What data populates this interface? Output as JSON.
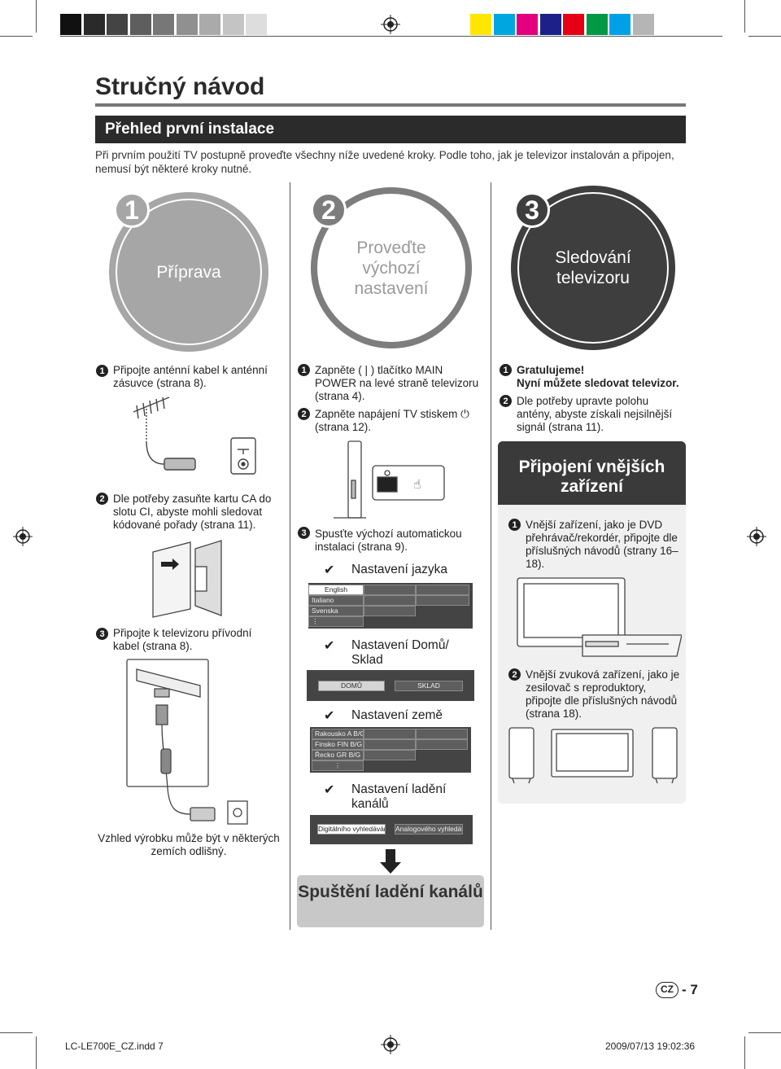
{
  "page": {
    "title": "Stručný návod",
    "section_title": "Přehled první instalace",
    "intro": "Při prvním použití TV postupně proveďte všechny níže uvedené kroky. Podle toho, jak je televizor instalován a připojen, nemusí být některé kroky nutné.",
    "page_number": "7",
    "country_badge": "CZ"
  },
  "stages": [
    {
      "number": "1",
      "label": "Příprava"
    },
    {
      "number": "2",
      "label": "Proveďte\nvýchozí\nnastavení"
    },
    {
      "number": "3",
      "label": "Sledování\ntelevizoru"
    }
  ],
  "column1": {
    "step1": "Připojte anténní kabel k anténní zásuvce (strana 8).",
    "step2": "Dle potřeby zasuňte kartu CA do slotu CI, abyste mohli sledovat kódované pořady (strana 11).",
    "step3": "Připojte k televizoru přívodní kabel (strana 8).",
    "note": "Vzhled výrobku může být v některých zemích odlišný."
  },
  "column2": {
    "step1": "Zapněte ( | ) tlačítko MAIN POWER na levé straně televizoru (strana 4).",
    "step2": "Zapněte napájení TV stiskem ⏻ (strana 12).",
    "step3": "Spusťte výchozí automatickou instalaci (strana 9).",
    "checks": [
      "Nastavení jazyka",
      "Nastavení Domů/ Sklad",
      "Nastavení země",
      "Nastavení ladění kanálů"
    ],
    "menu_language": [
      "English",
      "Italiano",
      "Svenska",
      "⋮"
    ],
    "menu_location": [
      "DOMŮ",
      "SKLAD"
    ],
    "menu_country": [
      {
        "name": "Rakousko",
        "code": "A  B/G"
      },
      {
        "name": "Finsko",
        "code": "FIN B/G"
      },
      {
        "name": "Řecko",
        "code": "GR B/G"
      },
      {
        "name": "⋮",
        "code": ""
      }
    ],
    "menu_tuning": [
      "Digitálního vyhledávání",
      "Analogového vyhledávání"
    ],
    "start_button": "Spuštění ladění kanálů"
  },
  "column3": {
    "step1_bold1": "Gratulujeme!",
    "step1_bold2": "Nyní můžete sledovat televizor.",
    "step2": "Dle potřeby upravte polohu antény, abyste získali nejsilnější signál (strana 11).",
    "panel_title": "Připojení vnějších zařízení",
    "panel_step1": "Vnější zařízení, jako je DVD přehrávač/rekordér, připojte dle příslušných návodů (strany 16–18).",
    "panel_step2": "Vnější zvuková zařízení, jako je zesilovač s reproduktory, připojte dle příslušných návodů (strana 18)."
  },
  "footer": {
    "file": "LC-LE700E_CZ.indd   7",
    "date": "2009/07/13   19:02:36"
  },
  "colors": {
    "accent_dark": "#2b2b2b",
    "stage1": "#a6a6a6",
    "stage2": "#7d7d7d",
    "stage3": "#3e3e3e",
    "swatches": [
      "#ffe600",
      "#00a6e0",
      "#e3007e",
      "#1d2088",
      "#e60012",
      "#009944",
      "#00a0e9",
      "#b5b5b5"
    ],
    "grays": [
      "#111111",
      "#2a2a2a",
      "#444444",
      "#5e5e5e",
      "#777777",
      "#909090",
      "#aaaaaa",
      "#c4c4c4",
      "#dddddd"
    ]
  }
}
